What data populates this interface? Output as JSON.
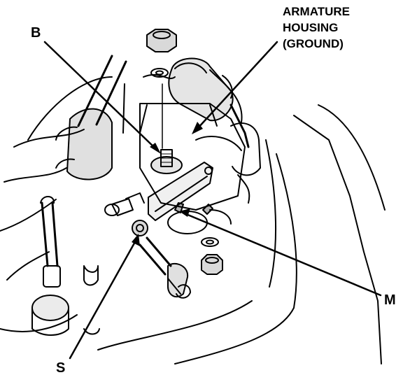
{
  "labels": {
    "b": "B",
    "s": "S",
    "m": "M",
    "armature": [
      "ARMATURE",
      "HOUSING",
      "(GROUND)"
    ]
  },
  "colors": {
    "ink": "#000000",
    "paper": "#ffffff"
  }
}
